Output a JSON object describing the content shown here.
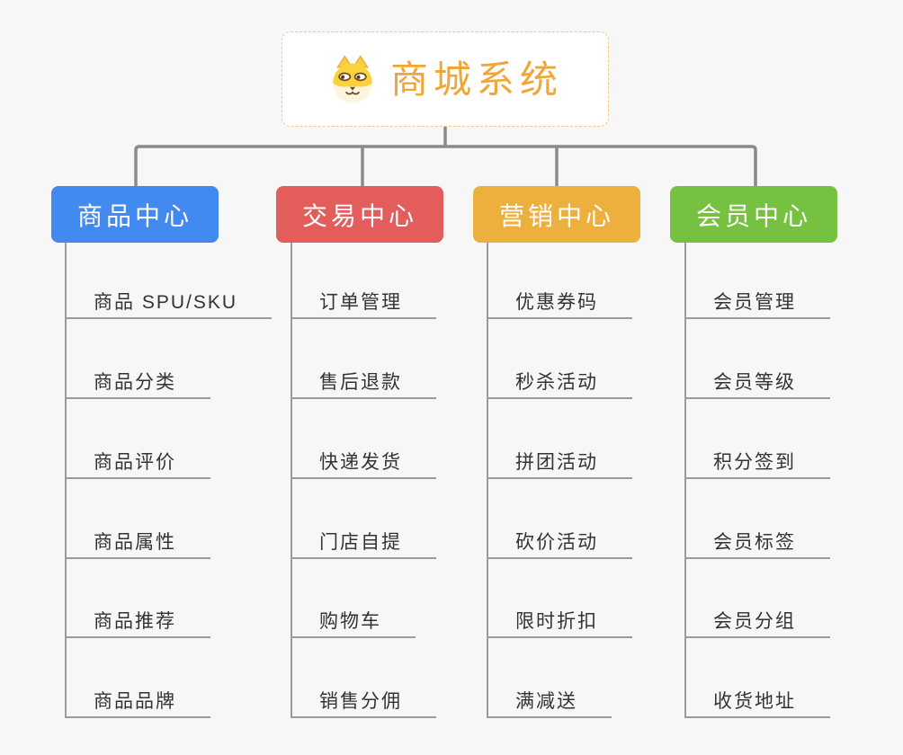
{
  "root": {
    "title": "商城系统",
    "icon": "shiba-dog-icon"
  },
  "branches": [
    {
      "label": "商品中心",
      "color": "#4289f0",
      "children": [
        "商品 SPU/SKU",
        "商品分类",
        "商品评价",
        "商品属性",
        "商品推荐",
        "商品品牌"
      ]
    },
    {
      "label": "交易中心",
      "color": "#e35d5d",
      "children": [
        "订单管理",
        "售后退款",
        "快递发货",
        "门店自提",
        "购物车",
        "销售分佣"
      ]
    },
    {
      "label": "营销中心",
      "color": "#edaf3d",
      "children": [
        "优惠券码",
        "秒杀活动",
        "拼团活动",
        "砍价活动",
        "限时折扣",
        "满减送"
      ]
    },
    {
      "label": "会员中心",
      "color": "#76c13f",
      "children": [
        "会员管理",
        "会员等级",
        "积分签到",
        "会员标签",
        "会员分组",
        "收货地址"
      ]
    }
  ],
  "colors": {
    "background": "#f7f7f8",
    "connector": "#8a8a8a",
    "child_line": "#9b9b9b",
    "child_text": "#333333",
    "root_text": "#f0a636",
    "root_border": "#f6c87f"
  }
}
